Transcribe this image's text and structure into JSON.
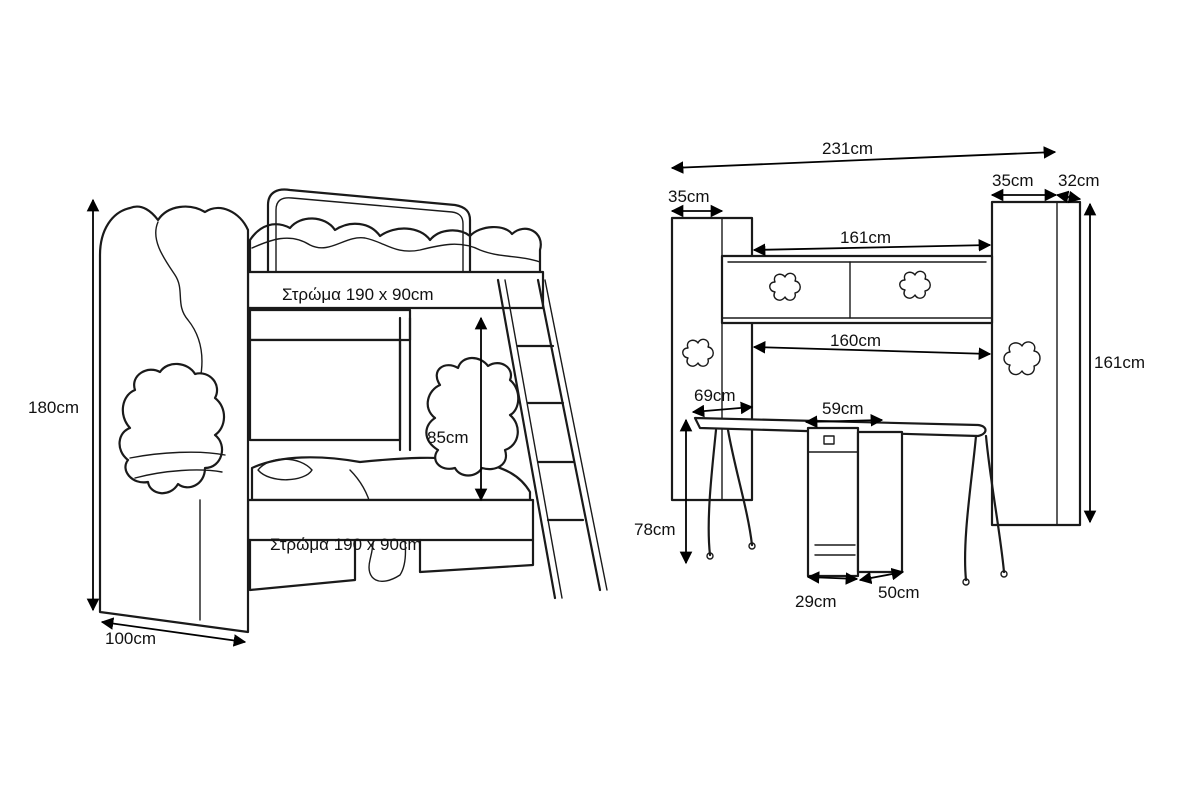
{
  "bunk_bed": {
    "height": "180cm",
    "width": "100cm",
    "mattress_top": "Στρώμα 190 x 90cm",
    "mattress_bottom": "Στρώμα 190 x 90cm",
    "clearance": "85cm"
  },
  "desk_unit": {
    "total_width": "231cm",
    "left_cabinet_width": "35cm",
    "right_cabinet_width": "35cm",
    "right_cabinet_depth": "32cm",
    "top_shelf_width": "161cm",
    "lower_shelf_width": "160cm",
    "cabinet_height": "161cm",
    "desk_depth": "69cm",
    "drawer_width": "59cm",
    "desk_height": "78cm",
    "pedestal_width": "29cm",
    "pedestal_depth": "50cm"
  }
}
